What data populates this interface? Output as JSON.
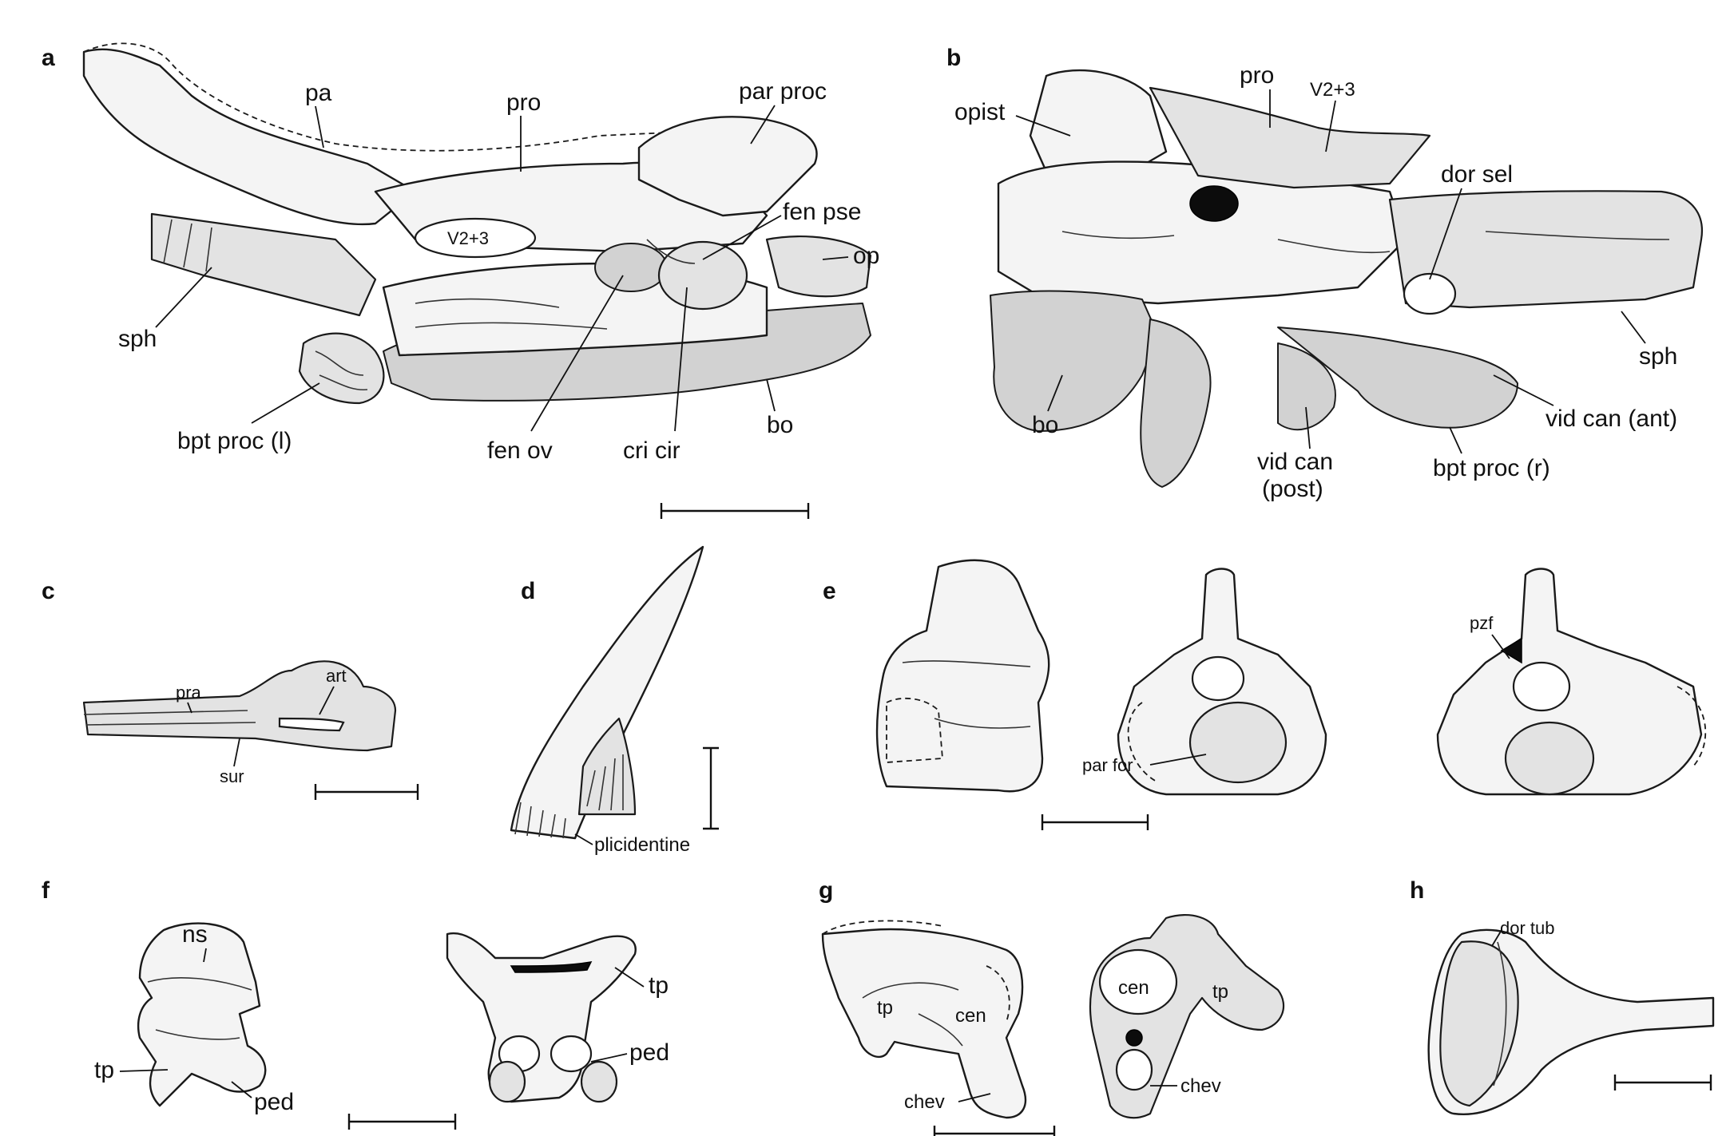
{
  "panels": {
    "a": {
      "letter": "a",
      "labels": {
        "pa": "pa",
        "pro": "pro",
        "par_proc": "par proc",
        "v23": "V2+3",
        "fen_pse": "fen pse",
        "op": "op",
        "sph": "sph",
        "bpt_proc_l": "bpt proc (l)",
        "fen_ov": "fen ov",
        "cri_cir": "cri cir",
        "bo": "bo"
      }
    },
    "b": {
      "letter": "b",
      "labels": {
        "opist": "opist",
        "pro": "pro",
        "v23": "V2+3",
        "dor_sel": "dor sel",
        "sph": "sph",
        "vid_can_ant": "vid can (ant)",
        "bo": "bo",
        "vid_can_post_1": "vid can",
        "vid_can_post_2": "(post)",
        "bpt_proc_r": "bpt proc (r)"
      }
    },
    "c": {
      "letter": "c",
      "labels": {
        "pra": "pra",
        "art": "art",
        "sur": "sur"
      }
    },
    "d": {
      "letter": "d",
      "labels": {
        "plicidentine": "plicidentine"
      }
    },
    "e": {
      "letter": "e",
      "labels": {
        "par_for": "par for",
        "pzf": "pzf"
      }
    },
    "f": {
      "letter": "f",
      "labels": {
        "ns": "ns",
        "tp_left": "tp",
        "ped_left": "ped",
        "tp_right": "tp",
        "ped_right": "ped"
      }
    },
    "g": {
      "letter": "g",
      "labels": {
        "tp_left": "tp",
        "cen_left": "cen",
        "chev_left": "chev",
        "cen_right": "cen",
        "tp_right": "tp",
        "chev_right": "chev"
      }
    },
    "h": {
      "letter": "h",
      "labels": {
        "dor_tub": "dor tub"
      }
    }
  }
}
